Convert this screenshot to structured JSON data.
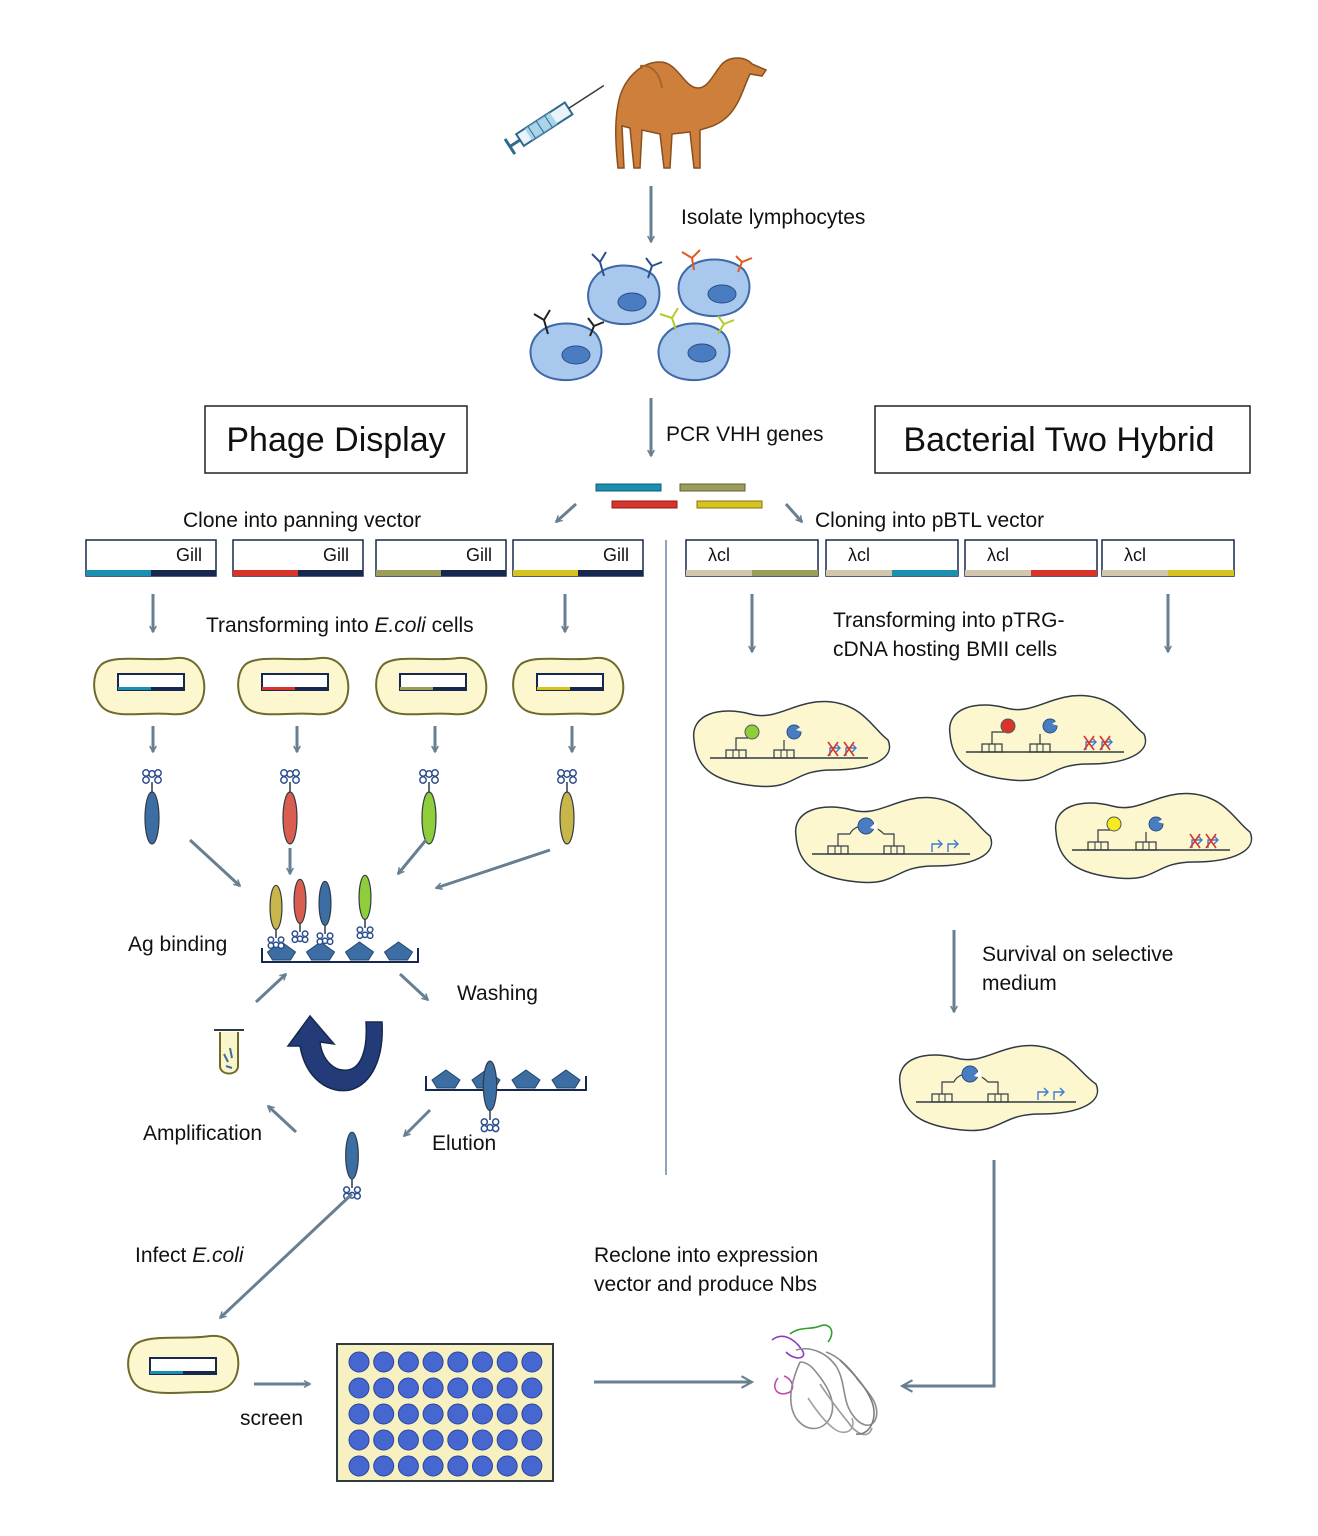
{
  "colors": {
    "arrow": "#667f91",
    "cell_fill": "#fdf7cf",
    "cell_stroke": "#6e6a2c",
    "lymphocyte": "#a9c8ee",
    "nucleus": "#4a7cc2",
    "teal": "#1b8fb0",
    "red": "#d9342b",
    "olive": "#9b9d5a",
    "yellow": "#d8c21e",
    "navy": "#16284d",
    "beige": "#d2c6ad",
    "antigen": "#3d6ea3",
    "plate": "#f7f1c1",
    "well": "#4667d0"
  },
  "titles": {
    "phage_display": "Phage Display",
    "bacterial_two_hybrid": "Bacterial Two Hybrid"
  },
  "steps": {
    "isolate": "Isolate lymphocytes",
    "pcr": "PCR VHH genes",
    "clone_panning": "Clone into panning vector",
    "cloning_pbtl": "Cloning into pBTL vector",
    "transform_ecoli_pre": "Transforming into ",
    "transform_ecoli_italic": "E.coli",
    "transform_ecoli_post": " cells",
    "transform_ptrg_line1": "Transforming into pTRG-",
    "transform_ptrg_line2": "cDNA hosting BMII cells",
    "ag_binding": "Ag binding",
    "washing": "Washing",
    "amplification": "Amplification",
    "elution": "Elution",
    "infect_pre": "Infect ",
    "infect_italic": "E.coli",
    "survival_line1": "Survival on selective",
    "survival_line2": "medium",
    "reclone_line1": "Reclone into expression",
    "reclone_line2": "vector and produce Nbs",
    "screen": "screen"
  },
  "phage_vectors": [
    {
      "label": "Gill",
      "color": "teal"
    },
    {
      "label": "Gill",
      "color": "red"
    },
    {
      "label": "Gill",
      "color": "olive"
    },
    {
      "label": "Gill",
      "color": "yellow"
    }
  ],
  "b2h_vectors": [
    {
      "label": "λcl",
      "color": "olive"
    },
    {
      "label": "λcl",
      "color": "teal"
    },
    {
      "label": "λcl",
      "color": "red"
    },
    {
      "label": "λcl",
      "color": "yellow"
    }
  ],
  "icons": {
    "camel": "camel-icon",
    "syringe": "syringe-icon",
    "cycle": "cycle-arrow-icon",
    "tube": "test-tube-icon",
    "protein": "protein-structure-icon"
  }
}
